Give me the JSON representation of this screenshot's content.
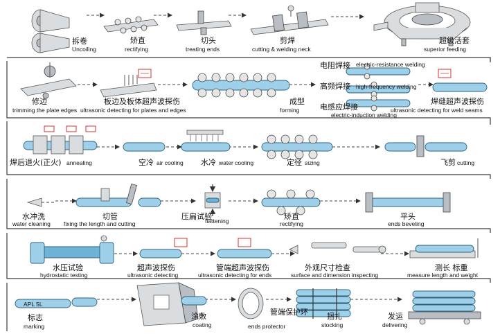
{
  "steps": [
    {
      "cn": "拆卷",
      "en": "Uncoiling"
    },
    {
      "cn": "矫直",
      "en": "rectifying"
    },
    {
      "cn": "切头",
      "en": "treating ends"
    },
    {
      "cn": "剪焊",
      "en": "cutting & welding neck"
    },
    {
      "cn": "超级活套",
      "en": "superior feeding"
    },
    {
      "cn": "修边",
      "en": "trimming the plate edges"
    },
    {
      "cn": "板边及板体超声波探伤",
      "en": "ultrasonic detecting for plates and edges"
    },
    {
      "cn": "成型",
      "en": "forming"
    },
    {
      "cn": "电阻焊接",
      "en": "electric-resistance welding"
    },
    {
      "cn": "高频焊接",
      "en": "high-frequency welding"
    },
    {
      "cn": "电感应焊接",
      "en": "electric-induction welding"
    },
    {
      "cn": "焊缝超声波探伤",
      "en": "ultrasonic detecting for weld seams"
    },
    {
      "cn": "焊后退火(正火)",
      "en": "annealing"
    },
    {
      "cn": "空冷",
      "en": "air cooling"
    },
    {
      "cn": "水冷",
      "en": "water cooling"
    },
    {
      "cn": "定径",
      "en": "sizing"
    },
    {
      "cn": "飞剪",
      "en": "cutting"
    },
    {
      "cn": "水冲洗",
      "en": "water cleaning"
    },
    {
      "cn": "切管",
      "en": "fixing the length and cutting"
    },
    {
      "cn": "压扁试验",
      "en": "flattening"
    },
    {
      "cn": "矫直",
      "en": "rectifying"
    },
    {
      "cn": "平头",
      "en": "ends beveling"
    },
    {
      "cn": "水压试验",
      "en": "hydrostatic testing"
    },
    {
      "cn": "超声波探伤",
      "en": "ultrasonic detecting"
    },
    {
      "cn": "管端超声波探伤",
      "en": "ultrasonic detecting for ends"
    },
    {
      "cn": "外观尺寸检查",
      "en": "surface and dimension inspecting"
    },
    {
      "cn": "测长 标重",
      "en": "measure length and weight"
    },
    {
      "cn": "标志",
      "en": "marking"
    },
    {
      "cn": "涂敷",
      "en": "coating"
    },
    {
      "cn": "管端保护环",
      "en": "ends protector"
    },
    {
      "cn": "捆扎",
      "en": "stocking"
    },
    {
      "cn": "发运",
      "en": "delivering"
    }
  ],
  "pipe_marking": "APL  5L",
  "icons": [
    "coil-icon",
    "roller-icon",
    "pipe-icon",
    "monitor-icon",
    "bundle-icon",
    "wagon-icon",
    "press-icon",
    "coating-booth-icon"
  ],
  "colors": {
    "pipe": "#9fd0ea",
    "pipe_outline": "#2d5f7a",
    "monitor_frame": "#c00000",
    "line": "#3a3a3a"
  }
}
